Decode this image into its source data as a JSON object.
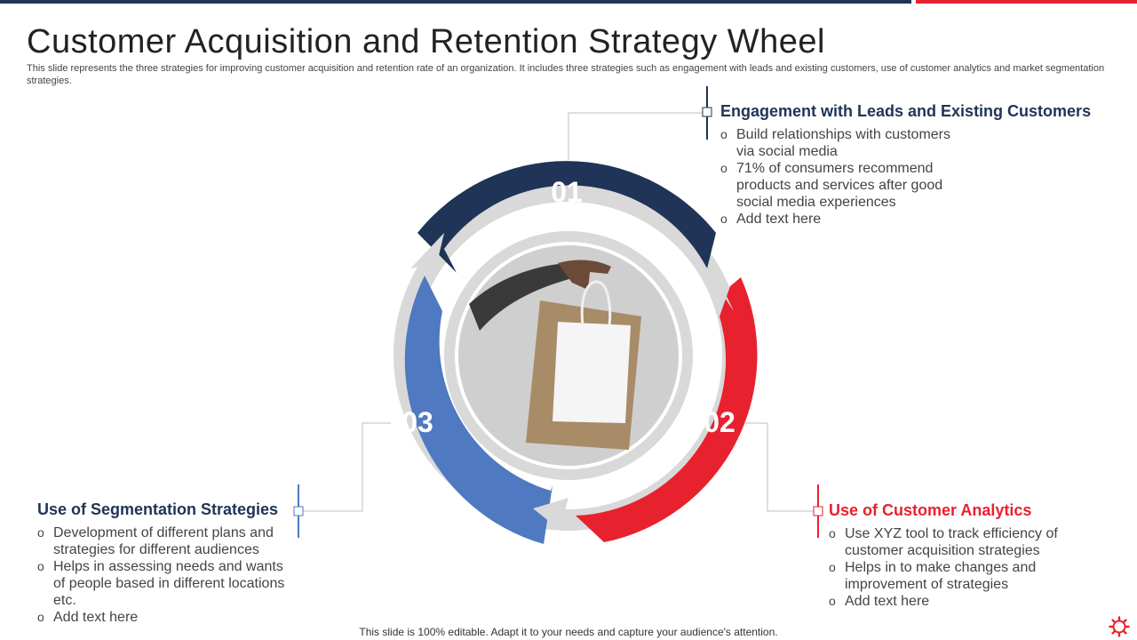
{
  "slide": {
    "title": "Customer Acquisition and Retention Strategy Wheel",
    "subtitle": "This slide represents the three strategies for improving customer acquisition and retention rate of an organization. It includes three strategies such as engagement with leads and existing customers, use of customer analytics and market segmentation strategies.",
    "footer": "This slide is 100% editable. Adapt it to your needs and capture your audience's attention."
  },
  "colors": {
    "navy": "#1f3456",
    "red": "#e8212e",
    "blue": "#4f79c0",
    "grey": "#d9d9d9"
  },
  "wheel": {
    "segments": [
      {
        "number": "01",
        "color": "#1f3456"
      },
      {
        "number": "02",
        "color": "#e8212e"
      },
      {
        "number": "03",
        "color": "#4f79c0"
      }
    ],
    "center_image": "hand-holding-shopping-bags"
  },
  "strategies": [
    {
      "heading": "Engagement with Leads and Existing Customers",
      "points": [
        "Build relationships with customers via social media",
        "71% of consumers recommend products and services after good social media experiences",
        "Add text here"
      ]
    },
    {
      "heading": "Use of Customer Analytics",
      "points": [
        "Use XYZ tool to track efficiency of customer acquisition strategies",
        "Helps in to make changes and improvement of strategies",
        "Add text here"
      ]
    },
    {
      "heading": "Use of Segmentation Strategies",
      "points": [
        "Development of different plans and strategies for different audiences",
        "Helps in assessing needs and wants of people based in different locations etc.",
        "Add text here"
      ]
    }
  ]
}
